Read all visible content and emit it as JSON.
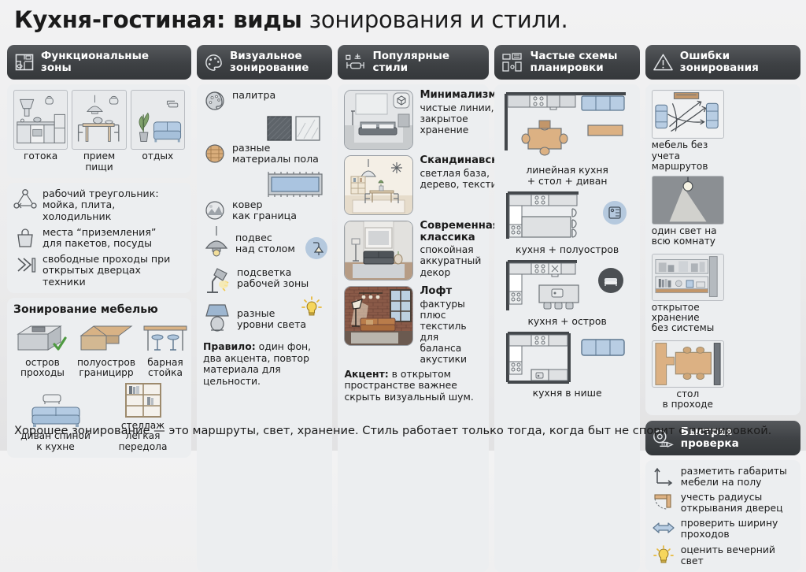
{
  "title": {
    "bold": "Кухня-гостиная: виды",
    "regular": " зонирования и стили."
  },
  "columns": [
    {
      "header": {
        "label": "Функциональные\nзоны",
        "line1": "Функциональные",
        "line2": "зоны",
        "icon": "floorplan-icon"
      },
      "zones": [
        {
          "caption": "готока",
          "icon": "kitchen-scene-icon"
        },
        {
          "caption": "прием пищи",
          "icon": "dining-scene-icon"
        },
        {
          "caption": "отдых",
          "icon": "lounge-scene-icon"
        }
      ],
      "tips": [
        {
          "icon": "work-triangle-icon",
          "line1": "рабочий треугольник:",
          "line2": "мойка, плита, холодильник"
        },
        {
          "icon": "bag-icon",
          "line1": "места “приземления”",
          "line2": "для пакетов, посуды"
        },
        {
          "icon": "door-clearance-icon",
          "line1": "свободные проходы при",
          "line2": "открытых дверцах техники"
        }
      ],
      "furniture": {
        "title": "Зонирование мебелью",
        "items": [
          {
            "icon": "island-icon",
            "line1": "остров",
            "line2": "проходы",
            "check": true
          },
          {
            "icon": "peninsula-icon",
            "line1": "полуостров",
            "line2": "границирр"
          },
          {
            "icon": "bar-counter-icon",
            "line1": "барная",
            "line2": "стойка"
          },
          {
            "icon": "sofa-back-icon",
            "line1": "диван спиной",
            "line2": "к кухне"
          },
          {
            "icon": "shelving-icon",
            "line1": "стеллаж",
            "line2": "легкая передола"
          }
        ]
      }
    },
    {
      "header": {
        "line1": "Визуальное",
        "line2": "зонирование",
        "icon": "palette-icon"
      },
      "items": [
        {
          "icon": "palette-circle-icon",
          "line1": "палитра",
          "line2": ""
        },
        {
          "icon": "wood-floor-icon",
          "line1": "разные",
          "line2": "материалы пола",
          "extra": "floor-samples-icon"
        },
        {
          "icon": "rug-circle-icon",
          "line1": "ковер",
          "line2": "как граница",
          "extra": "rug-icon"
        },
        {
          "icon": "pendant-icon",
          "line1": "подвес",
          "line2": "над столом",
          "extra": "lamp-badge-icon"
        },
        {
          "icon": "desk-lamp-icon",
          "line1": "подсветка",
          "line2": "рабочей зоны"
        },
        {
          "icon": "table-lamp-icon",
          "line1": "разные",
          "line2": "уровни света",
          "extra": "bulb-icon"
        }
      ],
      "rule": {
        "bold": "Правило:",
        "text": " один фон, два акцента, повтор материала для цельности."
      }
    },
    {
      "header": {
        "line1": "Популярные",
        "line2": "стили",
        "icon": "furniture-layout-icon"
      },
      "styles": [
        {
          "name": "Минимализм",
          "desc": "чистые линии, закрытое хранение",
          "thumb": "minimalism-room-icon",
          "badge": "cube-icon"
        },
        {
          "name": "Скандинавский",
          "desc": "светлая база, дерево, текстиль",
          "thumb": "scandi-room-icon",
          "badge": "snowflake-icon"
        },
        {
          "name": "Современная классика",
          "desc": "спокойная аккуратный декор",
          "thumb": "classic-room-icon",
          "badge": ""
        },
        {
          "name": "Лофт",
          "desc": "фактуры плюс текстиль для баланса акустики",
          "thumb": "loft-room-icon",
          "badge": ""
        }
      ],
      "accent": {
        "bold": "Акцент:",
        "text": " в открытом пространстве важнее скрыть визуальный шум."
      }
    },
    {
      "header": {
        "line1": "Частые схемы",
        "line2": "планировки",
        "icon": "layout-plan-icon"
      },
      "plans": [
        {
          "caption_line1": "линейная кухня",
          "caption_line2": "+ стол + диван",
          "icon": "linear-kitchen-plan-icon"
        },
        {
          "caption_line1": "кухня + полуостров",
          "caption_line2": "",
          "icon": "peninsula-plan-icon",
          "badge": "plan-badge-icon"
        },
        {
          "caption_line1": "кухня + остров",
          "caption_line2": "",
          "icon": "island-plan-icon",
          "badge": "sofa-badge-icon"
        },
        {
          "caption_line1": "кухня в нише",
          "caption_line2": "",
          "icon": "niche-kitchen-plan-icon"
        }
      ]
    },
    {
      "header": {
        "line1": "Ошибки",
        "line2": "зонирования",
        "icon": "warning-triangle-icon"
      },
      "mistakes": [
        {
          "line1": "мебель без",
          "line2": "учета маршрутов",
          "icon": "bad-routes-icon"
        },
        {
          "line1": "один свет на",
          "line2": "всю комнату",
          "icon": "single-light-icon"
        },
        {
          "line1": "открытое",
          "line2": "хранение",
          "line3": "без системы",
          "icon": "open-storage-icon"
        },
        {
          "line1": "стол",
          "line2": "в проходе",
          "icon": "table-in-aisle-icon"
        }
      ],
      "quickcheck": {
        "header": {
          "line1": "Быстрая",
          "line2": "проверка",
          "icon": "tape-measure-icon"
        },
        "items": [
          {
            "icon": "axes-icon",
            "line1": "разметить габариты",
            "line2": "мебели на полу"
          },
          {
            "icon": "door-radius-icon",
            "line1": "учесть радиусы",
            "line2": "открывания дверец"
          },
          {
            "icon": "arrows-icon",
            "line1": "проверить ширину",
            "line2": "проходов"
          },
          {
            "icon": "bulb-small-icon",
            "line1": "оценить вечерний свет",
            "line2": ""
          }
        ]
      }
    }
  ],
  "footer": "Хорошее зонирование — это маршруты, свет, хранение. Стиль работает только тогда, когда быт не спорит с планировкой.",
  "colors": {
    "header_bg": "#3e4144",
    "panel_bg": "#eceef0",
    "page_bg": "#eceded",
    "accent_blue": "#a9c2dd",
    "accent_wood": "#d8b285",
    "check_green": "#4f9a41",
    "bulb_yellow": "#f6d65c"
  }
}
